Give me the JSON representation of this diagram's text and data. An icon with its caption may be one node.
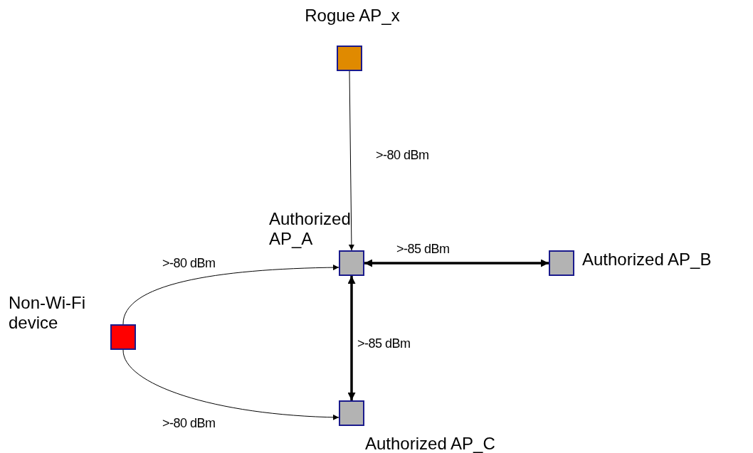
{
  "diagram": {
    "nodes": [
      {
        "text": [
          "Rogue AP_x"
        ]
      },
      {
        "text": [
          "Authorized AP_A"
        ]
      },
      {
        "text": [
          "Authorized AP_B"
        ]
      },
      {
        "text": [
          "Non-Wi-Fi device"
        ]
      },
      {
        "text": [
          "Authorized AP_C"
        ]
      }
    ],
    "edges": [
      {
        "from": 0,
        "to": 1,
        "arrow": "to",
        "label": ">-80 dBm"
      },
      {
        "from": 1,
        "to": 2,
        "arrow": "both",
        "label": ">-85 dBm",
        "style": "thick"
      },
      {
        "from": 1,
        "to": 4,
        "arrow": "both",
        "label": ">-85 dBm",
        "style": "thick"
      },
      {
        "from": 3,
        "to": 1,
        "arrow": "to",
        "label": ">-80 dBm"
      },
      {
        "from": 3,
        "to": 4,
        "arrow": "to",
        "label": ">-80 dBm"
      }
    ]
  }
}
